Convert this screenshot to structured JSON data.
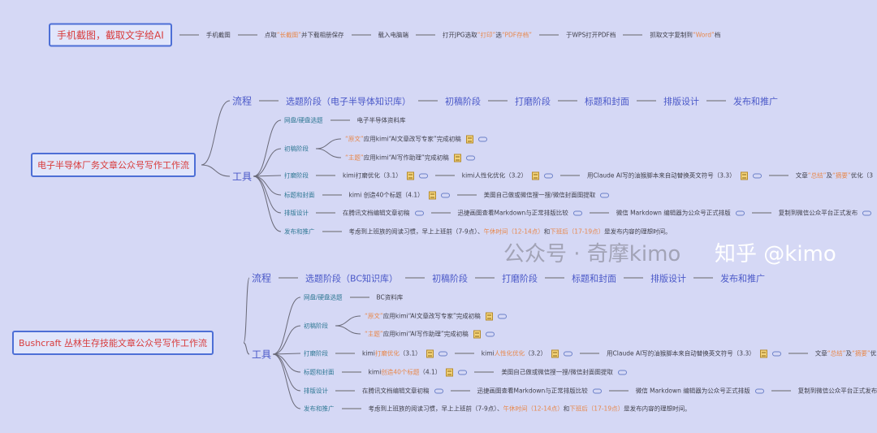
{
  "colors": {
    "background": "#d5d8f5",
    "root_text": "#d83b3b",
    "root_border": "#4d6fd6",
    "highlight": "#e8874a",
    "branch": "#4a58c8",
    "sub_branch": "#2f7894"
  },
  "capture": {
    "root": "手机截图，截取文字给AI",
    "steps": [
      {
        "segs": [
          {
            "text": "手机截图"
          }
        ]
      },
      {
        "segs": [
          {
            "text": "点取"
          },
          {
            "text": "“长截图”",
            "highlight": true
          },
          {
            "text": "并下载相册保存"
          }
        ]
      },
      {
        "segs": [
          {
            "text": "载入电脑端"
          }
        ]
      },
      {
        "segs": [
          {
            "text": "打开JPG选取"
          },
          {
            "text": "“打印”",
            "highlight": true
          },
          {
            "text": "选"
          },
          {
            "text": "“PDF存档”",
            "highlight": true
          }
        ]
      },
      {
        "segs": [
          {
            "text": "于WPS打开PDF档"
          }
        ]
      },
      {
        "segs": [
          {
            "text": "抓取文字复制到"
          },
          {
            "text": "“Word”",
            "highlight": true
          },
          {
            "text": "档"
          }
        ]
      }
    ]
  },
  "workflow1": {
    "root": "电子半导体厂务文章公众号写作工作流",
    "flow_label": "流程",
    "flow": [
      "选题阶段（电子半导体知识库）",
      "初稿阶段",
      "打磨阶段",
      "标题和封面",
      "排版设计",
      "发布和推广"
    ],
    "tools_label": "工具",
    "tools": {
      "topic": {
        "label": "网盘/硬盘选题",
        "items": [
          {
            "segs": [
              {
                "text": "电子半导体资料库"
              }
            ]
          }
        ]
      },
      "draft": {
        "label": "初稿阶段",
        "items": [
          {
            "segs": [
              {
                "text": "“原文”",
                "highlight": true
              },
              {
                "text": "应用kimi“AI文章改写专家”完成初稿"
              }
            ],
            "icons": [
              "note-icon",
              "link-icon"
            ]
          },
          {
            "segs": [
              {
                "text": "“主题”",
                "highlight": true
              },
              {
                "text": "应用kimi“AI写作助理”完成初稿"
              }
            ],
            "icons": [
              "note-icon",
              "link-icon"
            ]
          }
        ]
      },
      "polish": {
        "label": "打磨阶段",
        "items": [
          {
            "segs": [
              {
                "text": "kimi打磨优化（3.1）"
              }
            ],
            "icons": [
              "note-icon",
              "link-icon"
            ]
          },
          {
            "segs": [
              {
                "text": "kimi人性化优化（3.2）"
              }
            ],
            "icons": [
              "note-icon",
              "link-icon"
            ]
          },
          {
            "segs": [
              {
                "text": "用Claude AI写的油猴脚本来自动替换英文符号（3.3）"
              }
            ],
            "icons": [
              "note-icon",
              "link-icon"
            ]
          },
          {
            "segs": [
              {
                "text": "文章"
              },
              {
                "text": "“总结”",
                "highlight": true
              },
              {
                "text": "及"
              },
              {
                "text": "“摘要”",
                "highlight": true
              },
              {
                "text": "优化（3"
              }
            ]
          }
        ]
      },
      "title": {
        "label": "标题和封面",
        "items": [
          {
            "segs": [
              {
                "text": "kimi 创造40个标题（4.1）"
              }
            ],
            "icons": [
              "note-icon",
              "link-icon"
            ]
          },
          {
            "segs": [
              {
                "text": "美图自己做或微信搜一搜/微信封面图提取"
              }
            ],
            "icons": [
              "link-icon"
            ]
          }
        ]
      },
      "layout": {
        "label": "排版设计",
        "items": [
          {
            "segs": [
              {
                "text": "在腾讯文档编辑文章初稿"
              }
            ],
            "icons": [
              "link-icon"
            ]
          },
          {
            "segs": [
              {
                "text": "迅捷画图查看Markdown与正常排版比较"
              }
            ],
            "icons": [
              "link-icon"
            ]
          },
          {
            "segs": [
              {
                "text": "微信 Markdown 编辑器为公众号正式排版"
              }
            ],
            "icons": [
              "link-icon"
            ]
          },
          {
            "segs": [
              {
                "text": "复制到微信公众平台正式发布"
              }
            ],
            "icons": [
              "link-icon"
            ]
          }
        ]
      },
      "publish": {
        "label": "发布和推广",
        "items": [
          {
            "segs": [
              {
                "text": "考虑到上班族的阅读习惯，早上上班前（7-9点）、"
              },
              {
                "text": "午休时间（12-14点）",
                "highlight": true
              },
              {
                "text": "和"
              },
              {
                "text": "下班后（17-19点）",
                "highlight": true
              },
              {
                "text": "是发布内容的理想时间。"
              }
            ]
          }
        ]
      }
    }
  },
  "workflow2": {
    "root": "Bushcraft 丛林生存技能文章公众号写作工作流",
    "flow_label": "流程",
    "flow": [
      "选题阶段（BC知识库）",
      "初稿阶段",
      "打磨阶段",
      "标题和封面",
      "排版设计",
      "发布和推广"
    ],
    "tools_label": "工具",
    "tools": {
      "topic": {
        "label": "网盘/硬盘选题",
        "items": [
          {
            "segs": [
              {
                "text": "BC资料库"
              }
            ]
          }
        ]
      },
      "draft": {
        "label": "初稿阶段",
        "items": [
          {
            "segs": [
              {
                "text": "“原文”",
                "highlight": true
              },
              {
                "text": "应用kimi“AI文章改写专家”完成初稿"
              }
            ],
            "icons": [
              "note-icon",
              "link-icon"
            ]
          },
          {
            "segs": [
              {
                "text": "“主题”",
                "highlight": true
              },
              {
                "text": "应用kimi“AI写作助理”完成初稿"
              }
            ],
            "icons": [
              "note-icon",
              "link-icon"
            ]
          }
        ]
      },
      "polish": {
        "label": "打磨阶段",
        "items": [
          {
            "segs": [
              {
                "text": "kimi"
              },
              {
                "text": "打磨优化",
                "highlight": true
              },
              {
                "text": "（3.1）"
              }
            ],
            "icons": [
              "note-icon",
              "link-icon"
            ]
          },
          {
            "segs": [
              {
                "text": "kimi"
              },
              {
                "text": "人性化优化",
                "highlight": true
              },
              {
                "text": "（3.2）"
              }
            ],
            "icons": [
              "note-icon",
              "link-icon"
            ]
          },
          {
            "segs": [
              {
                "text": "用Claude AI写的油猴脚本来自动替换英文符号（3.3）"
              }
            ],
            "icons": [
              "note-icon",
              "link-icon"
            ]
          },
          {
            "segs": [
              {
                "text": "文章"
              },
              {
                "text": "“总结”",
                "highlight": true
              },
              {
                "text": "及"
              },
              {
                "text": "“摘要”",
                "highlight": true
              },
              {
                "text": "优"
              }
            ]
          }
        ]
      },
      "title": {
        "label": "标题和封面",
        "items": [
          {
            "segs": [
              {
                "text": "kimi "
              },
              {
                "text": "创造40个标题",
                "highlight": true
              },
              {
                "text": "（4.1）"
              }
            ],
            "icons": [
              "note-icon",
              "link-icon"
            ]
          },
          {
            "segs": [
              {
                "text": "美图自己做或微信搜一搜/微信封面图提取"
              }
            ],
            "icons": [
              "link-icon"
            ]
          }
        ]
      },
      "layout": {
        "label": "排版设计",
        "items": [
          {
            "segs": [
              {
                "text": "在腾讯文档编辑文章初稿"
              }
            ],
            "icons": [
              "link-icon"
            ]
          },
          {
            "segs": [
              {
                "text": "迅捷画图查看Markdown与正常排版比较"
              }
            ],
            "icons": [
              "link-icon"
            ]
          },
          {
            "segs": [
              {
                "text": "微信 Markdown 编辑器为公众号正式排版"
              }
            ],
            "icons": [
              "link-icon"
            ]
          },
          {
            "segs": [
              {
                "text": "复制到微信公众平台正式发布"
              }
            ],
            "icons": [
              "link-icon"
            ]
          }
        ]
      },
      "publish": {
        "label": "发布和推广",
        "items": [
          {
            "segs": [
              {
                "text": "考虑到上班族的阅读习惯，早上上班前（7-9点）、"
              },
              {
                "text": "午休时间（12-14点）",
                "highlight": true
              },
              {
                "text": "和"
              },
              {
                "text": "下班后（17-19点）",
                "highlight": true
              },
              {
                "text": "是发布内容的理想时间。"
              }
            ]
          }
        ]
      }
    }
  },
  "watermarks": {
    "wechat": "公众号 · 奇摩kimo",
    "zhihu": "知乎 @kimo"
  }
}
